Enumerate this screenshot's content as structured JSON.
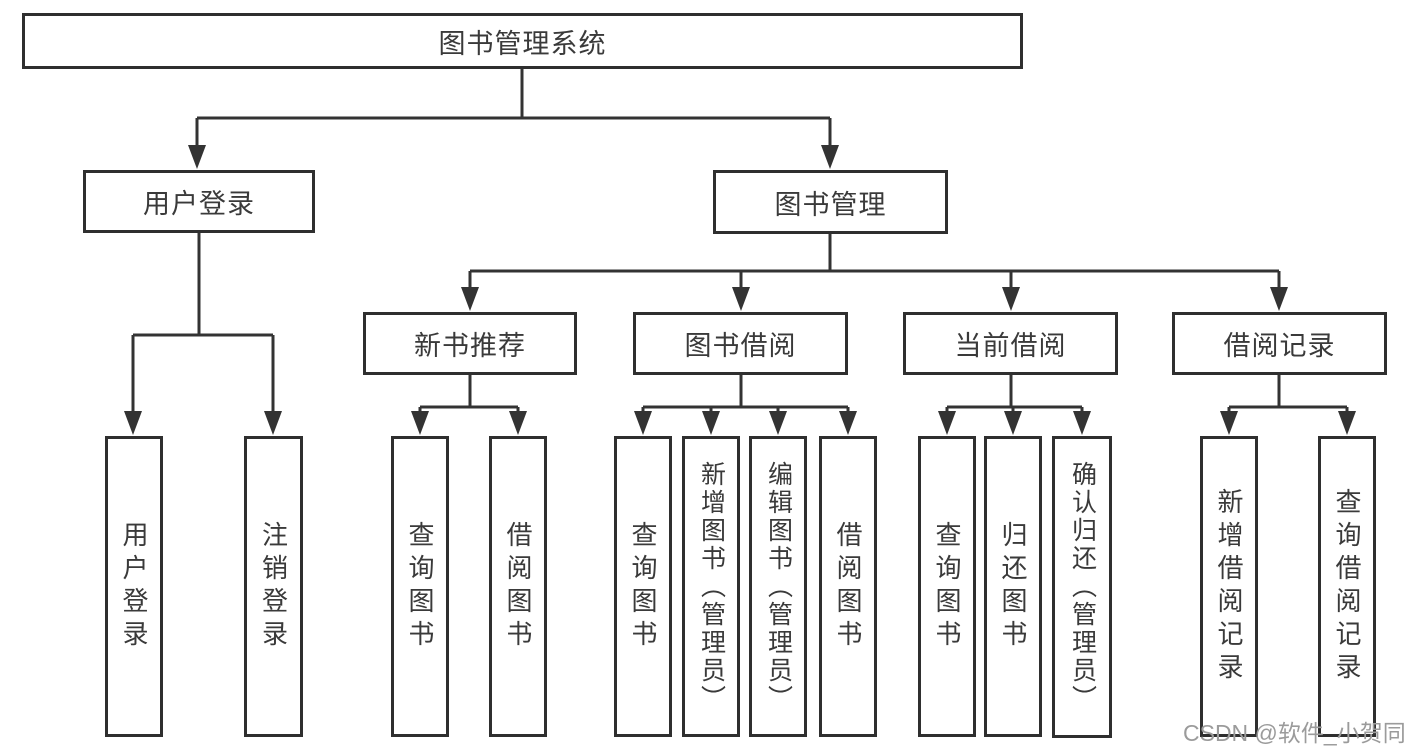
{
  "diagram": {
    "type": "hierarchy-tree",
    "direction": "top-down",
    "tree": {
      "label": "图书管理系统",
      "children": [
        {
          "label": "用户登录",
          "children": [
            {
              "label": "用户登录"
            },
            {
              "label": "注销登录"
            }
          ]
        },
        {
          "label": "图书管理",
          "children": [
            {
              "label": "新书推荐",
              "children": [
                {
                  "label": "查询图书"
                },
                {
                  "label": "借阅图书"
                }
              ]
            },
            {
              "label": "图书借阅",
              "children": [
                {
                  "label": "查询图书"
                },
                {
                  "label": "新增图书（管理员）"
                },
                {
                  "label": "编辑图书（管理员）"
                },
                {
                  "label": "借阅图书"
                }
              ]
            },
            {
              "label": "当前借阅",
              "children": [
                {
                  "label": "查询图书"
                },
                {
                  "label": "归还图书"
                },
                {
                  "label": "确认归还（管理员）"
                }
              ]
            },
            {
              "label": "借阅记录",
              "children": [
                {
                  "label": "新增借阅记录"
                },
                {
                  "label": "查询借阅记录"
                }
              ]
            }
          ]
        }
      ]
    },
    "colors": {
      "line": "#333333",
      "box_border": "#2f2f2f",
      "text": "#3a3a3a",
      "background": "#ffffff",
      "watermark": "#9b9b9b"
    }
  },
  "watermark": {
    "text": "CSDN @软件_小贺同学"
  }
}
